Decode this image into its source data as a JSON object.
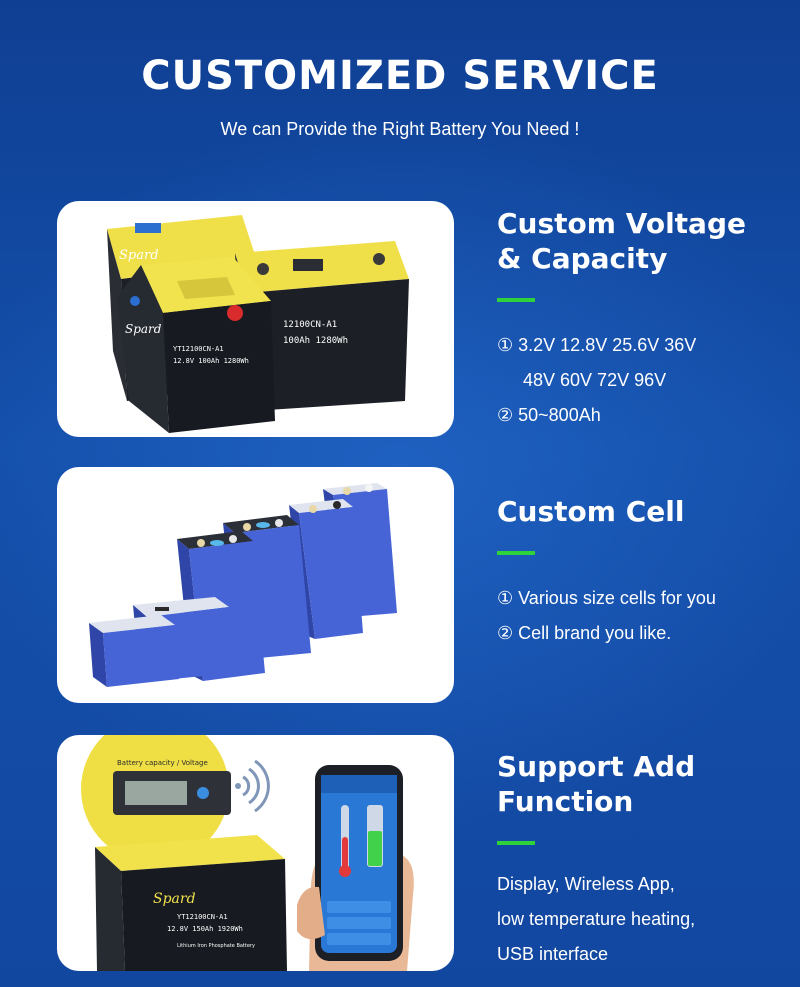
{
  "header": {
    "title": "CUSTOMIZED SERVICE",
    "subtitle": "We can Provide the Right Battery You Need !"
  },
  "colors": {
    "background": "#1349a0",
    "accent_bar": "#2fd23a",
    "battery_yellow": "#f0e14a",
    "cell_blue": "#3f5fd2"
  },
  "sections": [
    {
      "title_lines": [
        "Custom Voltage",
        "& Capacity"
      ],
      "lines": [
        "① 3.2V 12.8V 25.6V 36V",
        "48V 60V 72V 96V",
        "② 50~800Ah"
      ],
      "image": {
        "brand": "Spard",
        "label_left": "YT12100CN-A1",
        "label_left_spec": "12.8V 100Ah 1280Wh",
        "label_right": "12100CN-A1",
        "label_right_spec": "100Ah  1280Wh"
      }
    },
    {
      "title_lines": [
        "Custom Cell"
      ],
      "lines": [
        "① Various size cells for you",
        "② Cell brand you like."
      ]
    },
    {
      "title_lines": [
        "Support Add",
        "Function"
      ],
      "lines": [
        "Display, Wireless App,",
        "low temperature heating,",
        "USB interface"
      ],
      "image": {
        "display_label": "Battery capacity / Voltage",
        "brand": "Spard",
        "model": "YT12100CN-A1",
        "spec": "12.8V 150Ah 1920Wh",
        "sub": "Lithium Iron Phosphate Battery"
      }
    }
  ]
}
